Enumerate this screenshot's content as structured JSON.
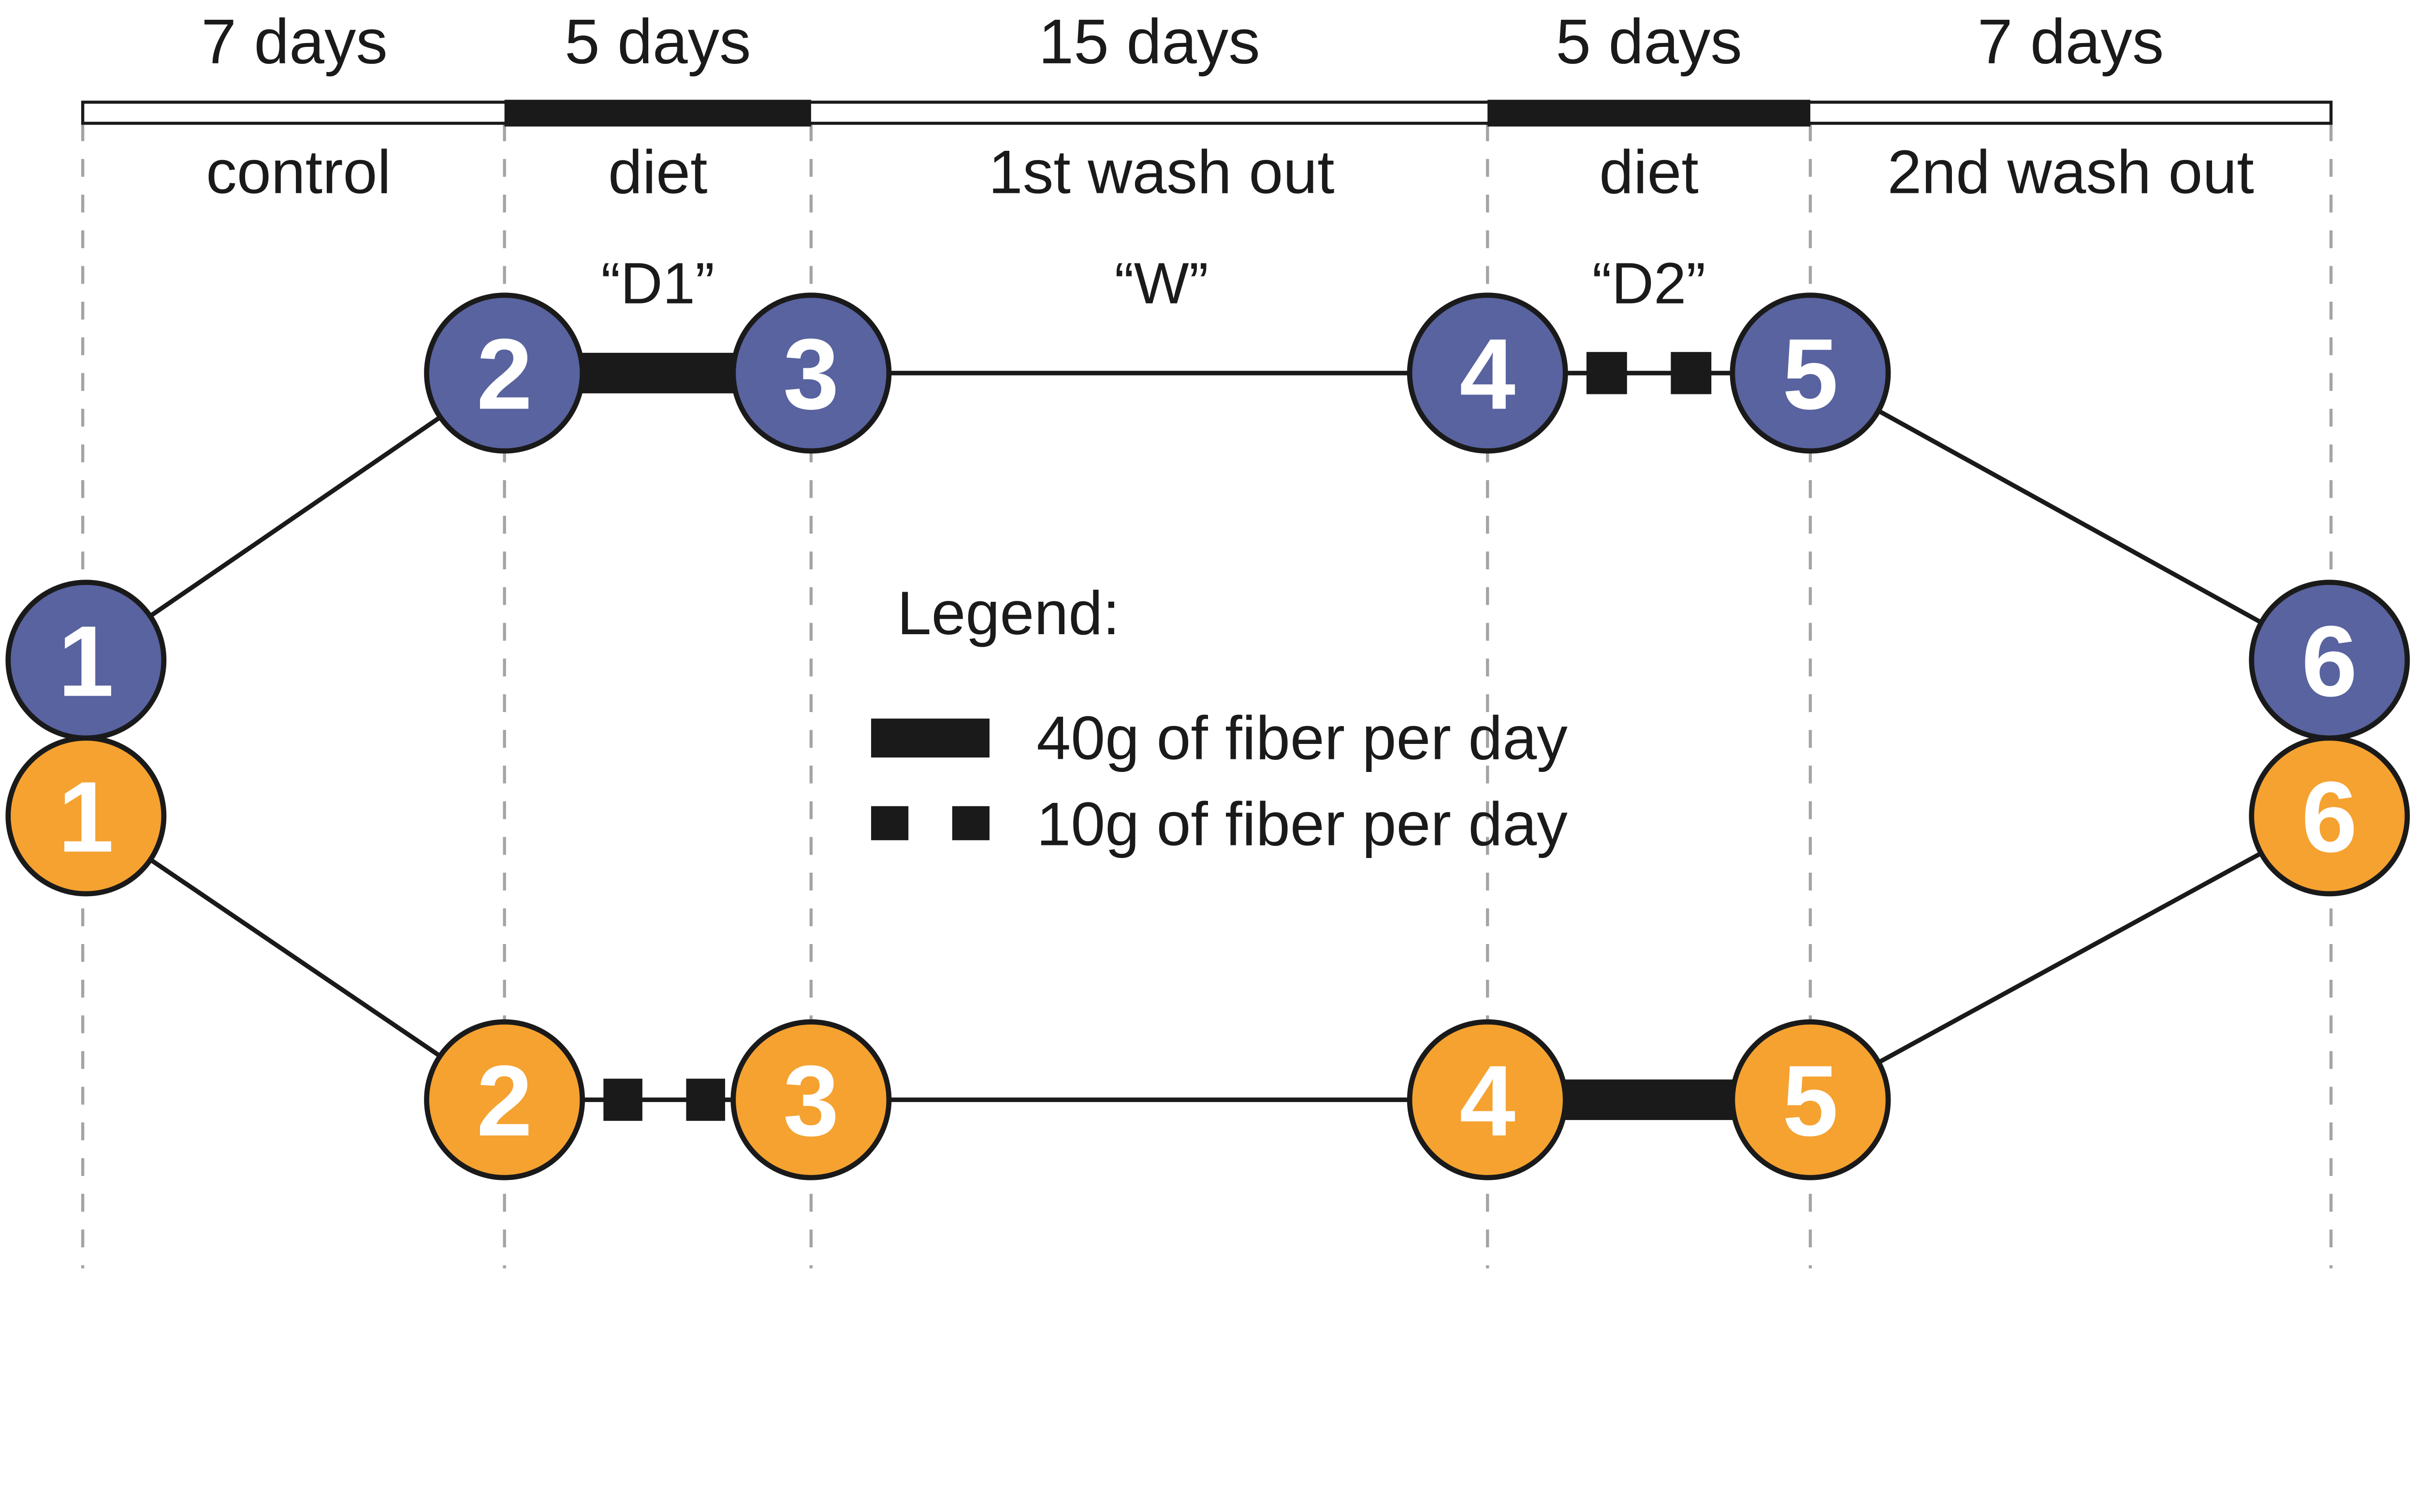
{
  "figure": {
    "title": "crossover dietary fiber study design",
    "type": "study-timeline-diagram"
  },
  "colors": {
    "arm_blue": "#58639F",
    "arm_orange": "#F5A231",
    "black": "#1a1a1a",
    "dashed_gray": "#a4a4a4"
  },
  "timeline": {
    "phases": [
      {
        "duration": "7 days",
        "label": "control",
        "code": ""
      },
      {
        "duration": "5 days",
        "label": "diet",
        "code": "“D1”"
      },
      {
        "duration": "15 days",
        "label": "1st wash out",
        "code": "“W”"
      },
      {
        "duration": "5 days",
        "label": "diet",
        "code": "“D2”"
      },
      {
        "duration": "7 days",
        "label": "2nd wash out",
        "code": ""
      }
    ]
  },
  "arms": {
    "blue": {
      "color_name": "blue",
      "visits": [
        "1",
        "2",
        "3",
        "4",
        "5",
        "6"
      ],
      "d1_dose": "40g of fiber per day",
      "d2_dose": "10g of fiber per day"
    },
    "orange": {
      "color_name": "orange",
      "visits": [
        "1",
        "2",
        "3",
        "4",
        "5",
        "6"
      ],
      "d1_dose": "10g of fiber per day",
      "d2_dose": "40g of fiber per day"
    }
  },
  "legend": {
    "title": "Legend:",
    "items": [
      {
        "swatch": "thick-bar-swatch",
        "label": "40g of fiber per day"
      },
      {
        "swatch": "dashed-squares-swatch",
        "label": "10g of fiber per day"
      }
    ]
  }
}
